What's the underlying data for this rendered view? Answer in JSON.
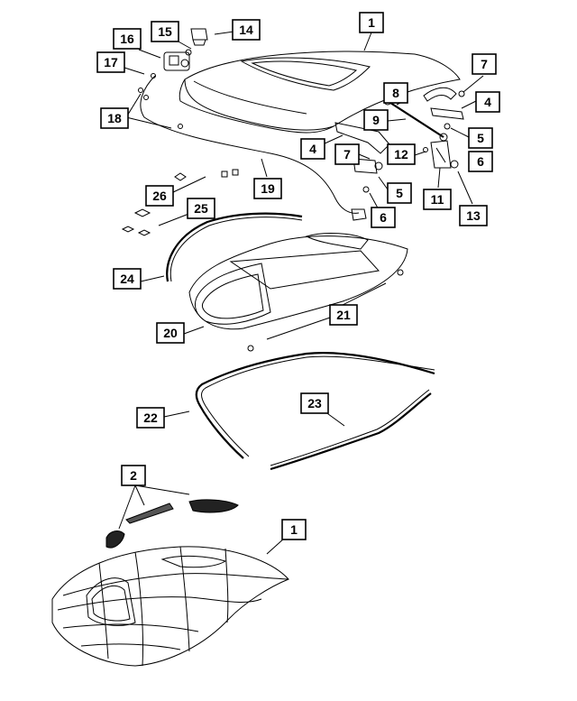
{
  "diagram": {
    "callouts": [
      {
        "id": "c1_top",
        "label": "1"
      },
      {
        "id": "c2",
        "label": "2"
      },
      {
        "id": "c1_bottom",
        "label": "1"
      },
      {
        "id": "c4_a",
        "label": "4"
      },
      {
        "id": "c4_b",
        "label": "4"
      },
      {
        "id": "c5_a",
        "label": "5"
      },
      {
        "id": "c5_b",
        "label": "5"
      },
      {
        "id": "c6_a",
        "label": "6"
      },
      {
        "id": "c6_b",
        "label": "6"
      },
      {
        "id": "c7_a",
        "label": "7"
      },
      {
        "id": "c7_b",
        "label": "7"
      },
      {
        "id": "c8",
        "label": "8"
      },
      {
        "id": "c9",
        "label": "9"
      },
      {
        "id": "c11",
        "label": "11"
      },
      {
        "id": "c12",
        "label": "12"
      },
      {
        "id": "c13",
        "label": "13"
      },
      {
        "id": "c14",
        "label": "14"
      },
      {
        "id": "c15",
        "label": "15"
      },
      {
        "id": "c16",
        "label": "16"
      },
      {
        "id": "c17",
        "label": "17"
      },
      {
        "id": "c18",
        "label": "18"
      },
      {
        "id": "c19",
        "label": "19"
      },
      {
        "id": "c20",
        "label": "20"
      },
      {
        "id": "c21",
        "label": "21"
      },
      {
        "id": "c22",
        "label": "22"
      },
      {
        "id": "c23",
        "label": "23"
      },
      {
        "id": "c24",
        "label": "24"
      },
      {
        "id": "c25",
        "label": "25"
      },
      {
        "id": "c26",
        "label": "26"
      }
    ]
  }
}
